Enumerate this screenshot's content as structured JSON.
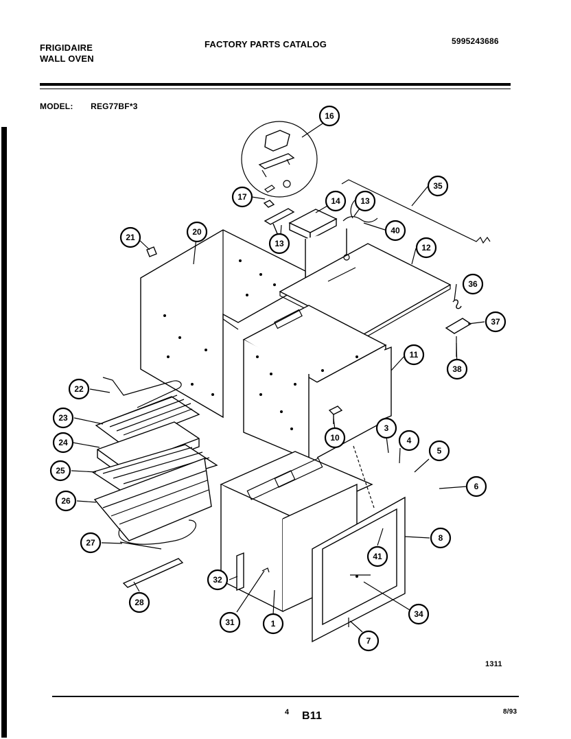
{
  "header": {
    "brand_line1": "FRIGIDAIRE",
    "brand_line2": "WALL OVEN",
    "catalog_title": "FACTORY PARTS CATALOG",
    "catalog_code": "5995243686"
  },
  "model": {
    "label": "MODEL:",
    "number": "REG77BF*3"
  },
  "footer": {
    "figure_code": "1311",
    "page_number": "4",
    "page_id": "B11",
    "date": "8/93"
  },
  "callouts": [
    "16",
    "17",
    "14",
    "13",
    "35",
    "40",
    "21",
    "20",
    "13",
    "12",
    "36",
    "37",
    "38",
    "11",
    "22",
    "23",
    "24",
    "10",
    "3",
    "4",
    "5",
    "25",
    "6",
    "26",
    "8",
    "27",
    "41",
    "32",
    "34",
    "28",
    "31",
    "1",
    "7"
  ]
}
